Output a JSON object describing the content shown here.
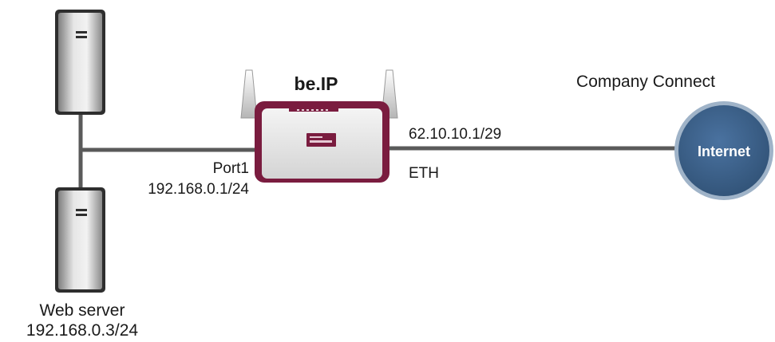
{
  "router": {
    "name": "be.IP",
    "lan_port": "Port1",
    "lan_ip": "192.168.0.1/24",
    "wan_ip": "62.10.10.1/29",
    "wan_port": "ETH"
  },
  "provider": {
    "name": "Company Connect"
  },
  "internet": {
    "label": "Internet"
  },
  "webserver": {
    "name": "Web server",
    "ip": "192.168.0.3/24"
  },
  "colors": {
    "line": "#5a5a5a",
    "router_accent": "#7a1c3f",
    "internet_fill": "#3a5f86",
    "internet_border": "#9fb3c8",
    "server_dark": "#2e2e2e"
  }
}
